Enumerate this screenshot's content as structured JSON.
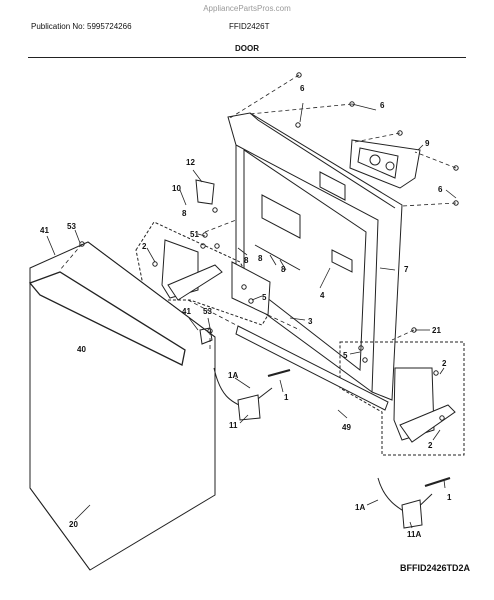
{
  "watermark": "AppliancePartsPros.com",
  "header": {
    "publication": "Publication No: 5995724266",
    "model": "FFID2426T",
    "section_title": "DOOR"
  },
  "diagram_code": "BFFID2426TD2A",
  "callouts": [
    "6",
    "6",
    "9",
    "6",
    "12",
    "10",
    "8",
    "7",
    "53",
    "41",
    "2",
    "51",
    "8",
    "8",
    "8",
    "4",
    "5",
    "3",
    "41",
    "53",
    "40",
    "21",
    "5",
    "2",
    "1A",
    "1",
    "11",
    "49",
    "2",
    "20",
    "1A",
    "1",
    "11A"
  ]
}
